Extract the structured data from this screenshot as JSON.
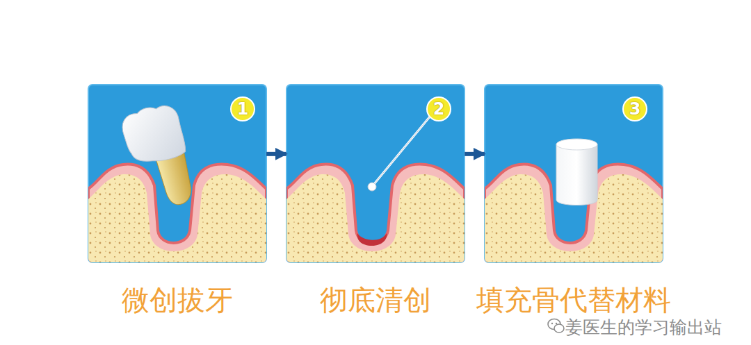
{
  "diagram": {
    "nodes": [
      {
        "text": [
          "微创拔牙"
        ]
      },
      {
        "text": [
          "1"
        ],
        "in": 0
      },
      {
        "text": [
          "彻底清创"
        ]
      },
      {
        "text": [
          "2"
        ],
        "in": 2
      },
      {
        "text": [
          "填充骨代替材料"
        ]
      },
      {
        "text": [
          "3"
        ],
        "in": 4
      }
    ],
    "edges": [
      {
        "from": 0,
        "to": 2,
        "arrow": "to"
      },
      {
        "from": 2,
        "to": 4,
        "arrow": "to"
      }
    ],
    "labels": [
      "姜医生的学习输出站"
    ]
  }
}
